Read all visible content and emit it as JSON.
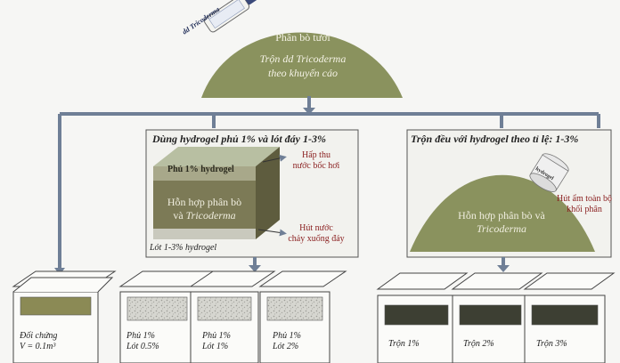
{
  "top": {
    "bottle_label": "dd Tricoderma",
    "heap_title": "Phân bò tươi",
    "heap_line1_prefix": "Trộn dd ",
    "heap_line1_species": "Tricoderma",
    "heap_line2": "theo khuyến cáo"
  },
  "panel_left": {
    "title": "Dùng hydrogel phủ 1% và lót đáy 1-3%",
    "cover_label": "Phủ 1% hydrogel",
    "mix_line1": "Hỗn hợp phân bò",
    "mix_line2_prefix": "và ",
    "mix_line2_species": "Tricoderma",
    "absorb_evap_1": "Hấp thu",
    "absorb_evap_2": "nước bốc hơi",
    "absorb_drain_1": "Hút nước",
    "absorb_drain_2": "chảy xuống đáy",
    "bottom_label": "Lót  1-3% hydrogel"
  },
  "panel_right": {
    "title": "Trộn đều với hydrogel theo tỉ lệ: 1-3%",
    "jar_label": "hydrogel",
    "mix_line1": "Hỗn hợp phân bò và",
    "mix_line2": "Tricoderma",
    "absorb_1": "Hút ẩm toàn bộ",
    "absorb_2": "khối phân"
  },
  "boxes": [
    {
      "line1": "Đối chứng",
      "line2": "V = 0.1m³"
    },
    {
      "line1": "Phủ  1%",
      "line2": "Lót  0.5%"
    },
    {
      "line1": "Phủ  1%",
      "line2": "Lót  1%"
    },
    {
      "line1": "Phủ  1%",
      "line2": "Lót  2%"
    },
    {
      "line1": "Trộn 1%",
      "line2": ""
    },
    {
      "line1": "Trộn 2%",
      "line2": ""
    },
    {
      "line1": "Trộn 3%",
      "line2": ""
    }
  ],
  "colors": {
    "arrow": "#6f7f96",
    "heap": "#8a925e",
    "cube_front": "#7c7a56",
    "cube_top": "#b8bfa2",
    "dark_fill": "#3d3f33",
    "olive_fill": "#8b8a55",
    "speckle_fill": "#d2d2cc",
    "label_red": "#8a1f1f"
  }
}
